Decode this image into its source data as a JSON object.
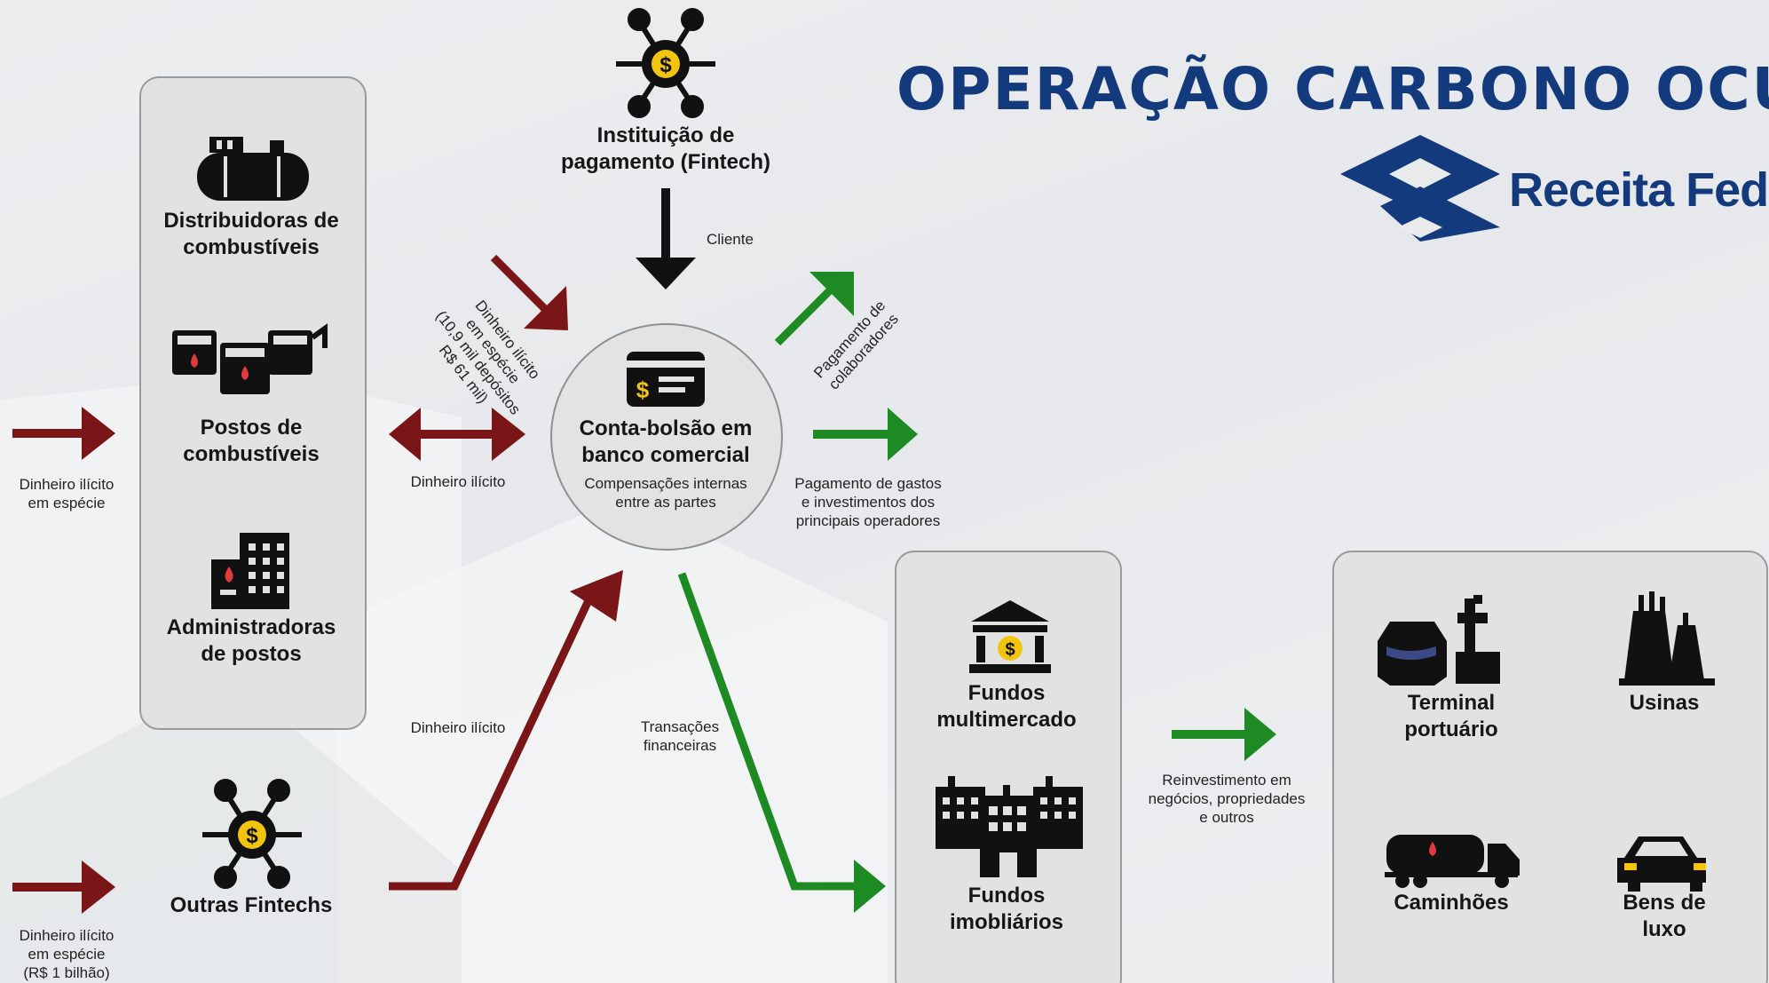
{
  "title": "OPERAÇÃO CARBONO OCULTO",
  "brand": {
    "name": "Receita Feder"
  },
  "colors": {
    "illicit": "#7a1518",
    "legal": "#1e8a24",
    "neutral": "#111111",
    "brand": "#123a7c",
    "coin": "#f1c40f"
  },
  "top_node": {
    "label_line1": "Instituição de",
    "label_line2": "pagamento (Fintech)",
    "arrow_label": "Cliente",
    "icon": "network-dollar-icon"
  },
  "left_panel": {
    "items": [
      {
        "line1": "Distribuidoras de",
        "line2": "combustíveis",
        "icon": "fuel-tank-icon"
      },
      {
        "line1": "Postos de",
        "line2": "combustíveis",
        "icon": "gas-station-icon"
      },
      {
        "line1": "Administradoras",
        "line2": "de postos",
        "icon": "office-building-icon"
      }
    ]
  },
  "left_input": {
    "line1": "Dinheiro ilícito",
    "line2": "em espécie"
  },
  "bottom_input": {
    "line1": "Dinheiro ilícito",
    "line2": "em espécie",
    "line3": "(R$ 1 bilhão)"
  },
  "other_fintechs": {
    "label": "Outras Fintechs",
    "icon": "network-dollar-icon"
  },
  "center": {
    "line1": "Conta-bolsão em",
    "line2": "banco comercial",
    "sub1": "Compensações internas",
    "sub2": "entre as partes",
    "icon": "card-dollar-icon"
  },
  "arrows": {
    "illicit_double": "Dinheiro ilícito",
    "illicit_diag": {
      "line1": "Dinheiro ilícito",
      "line2": "em espécie",
      "line3": "(10,9 mil depósitos",
      "line4": "R$ 61 mil)"
    },
    "illicit_up": "Dinheiro ilícito",
    "collaborators": {
      "line1": "Pagamento de",
      "line2": "colaboradores"
    },
    "operators": {
      "line1": "Pagamento de gastos",
      "line2": "e investimentos dos",
      "line3": "principais operadores"
    },
    "transactions": {
      "line1": "Transações",
      "line2": "financeiras"
    },
    "reinvestment": {
      "line1": "Reinvestimento em",
      "line2": "negócios, propriedades",
      "line3": "e outros"
    }
  },
  "funds_panel": {
    "items": [
      {
        "line1": "Fundos",
        "line2": "multimercado",
        "icon": "bank-dollar-icon"
      },
      {
        "line1": "Fundos",
        "line2": "imobliários",
        "icon": "buildings-icon"
      }
    ]
  },
  "assets_panel": {
    "items": [
      {
        "line1": "Terminal",
        "line2": "portuário",
        "icon": "port-terminal-icon"
      },
      {
        "line1": "Usinas",
        "line2": "",
        "icon": "power-plant-icon"
      },
      {
        "line1": "Caminhões",
        "line2": "",
        "icon": "tanker-truck-icon"
      },
      {
        "line1": "Bens de",
        "line2": "luxo",
        "icon": "luxury-car-icon"
      }
    ]
  }
}
